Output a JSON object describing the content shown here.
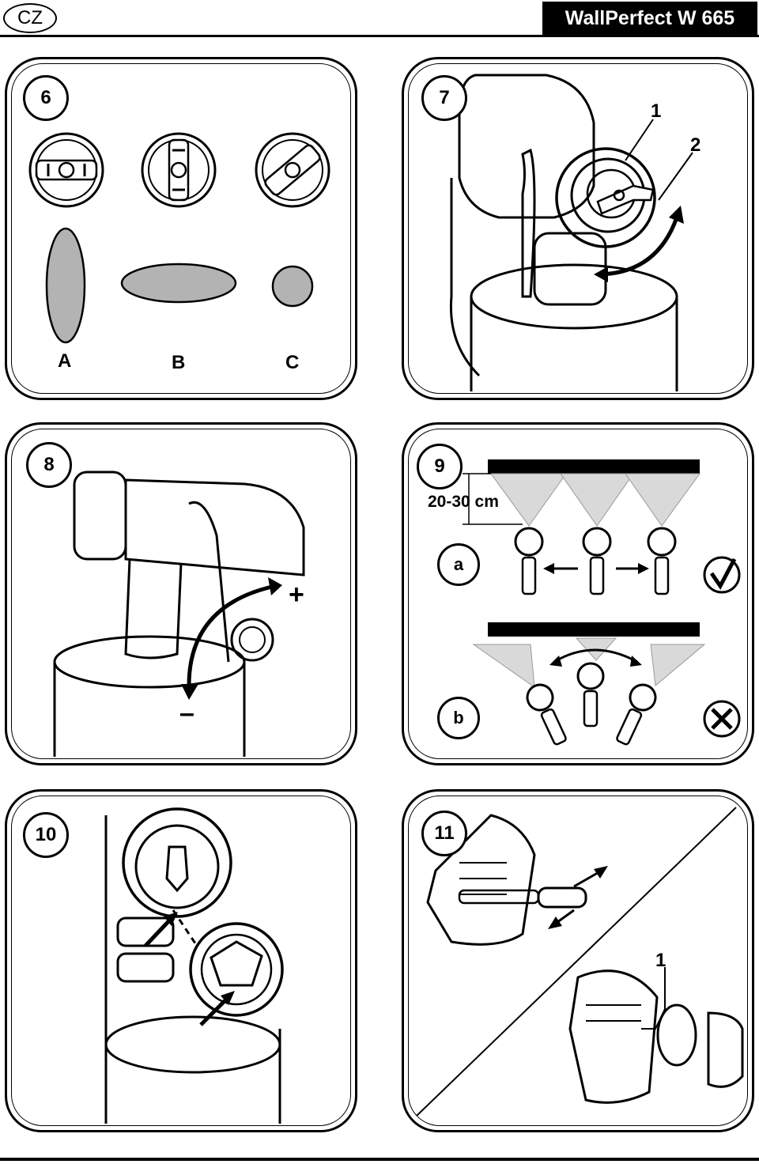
{
  "header": {
    "lang_badge": "CZ",
    "product_title": "WallPerfect W 665"
  },
  "panels": {
    "p6": {
      "number": "6",
      "pattern_a": "A",
      "pattern_b": "B",
      "pattern_c": "C"
    },
    "p7": {
      "number": "7",
      "callout_1": "1",
      "callout_2": "2"
    },
    "p8": {
      "number": "8",
      "plus": "+",
      "minus": "–"
    },
    "p9": {
      "number": "9",
      "distance": "20-30 cm",
      "sub_a": "a",
      "sub_b": "b"
    },
    "p10": {
      "number": "10"
    },
    "p11": {
      "number": "11",
      "callout_1": "1"
    }
  },
  "colors": {
    "spray_gray": "#b3b3b3",
    "spray_light": "#d9d9d9",
    "ink": "#000000"
  }
}
